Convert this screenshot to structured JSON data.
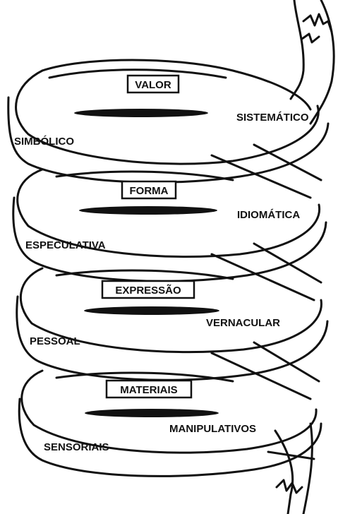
{
  "levels": [
    {
      "title": "VALOR",
      "left": "SIMBÓLICO",
      "right": "SISTEMÁTICO"
    },
    {
      "title": "FORMA",
      "left": "ESPECULATIVA",
      "right": "IDIOMÁTICA"
    },
    {
      "title": "EXPRESSÃO",
      "left": "PESSOAL",
      "right": "VERNACULAR"
    },
    {
      "title": "MATERIAIS",
      "left": "SENSORIAIS",
      "right": "MANIPULATIVOS"
    }
  ],
  "colors": {
    "ink": "#111111",
    "background": "#ffffff"
  }
}
